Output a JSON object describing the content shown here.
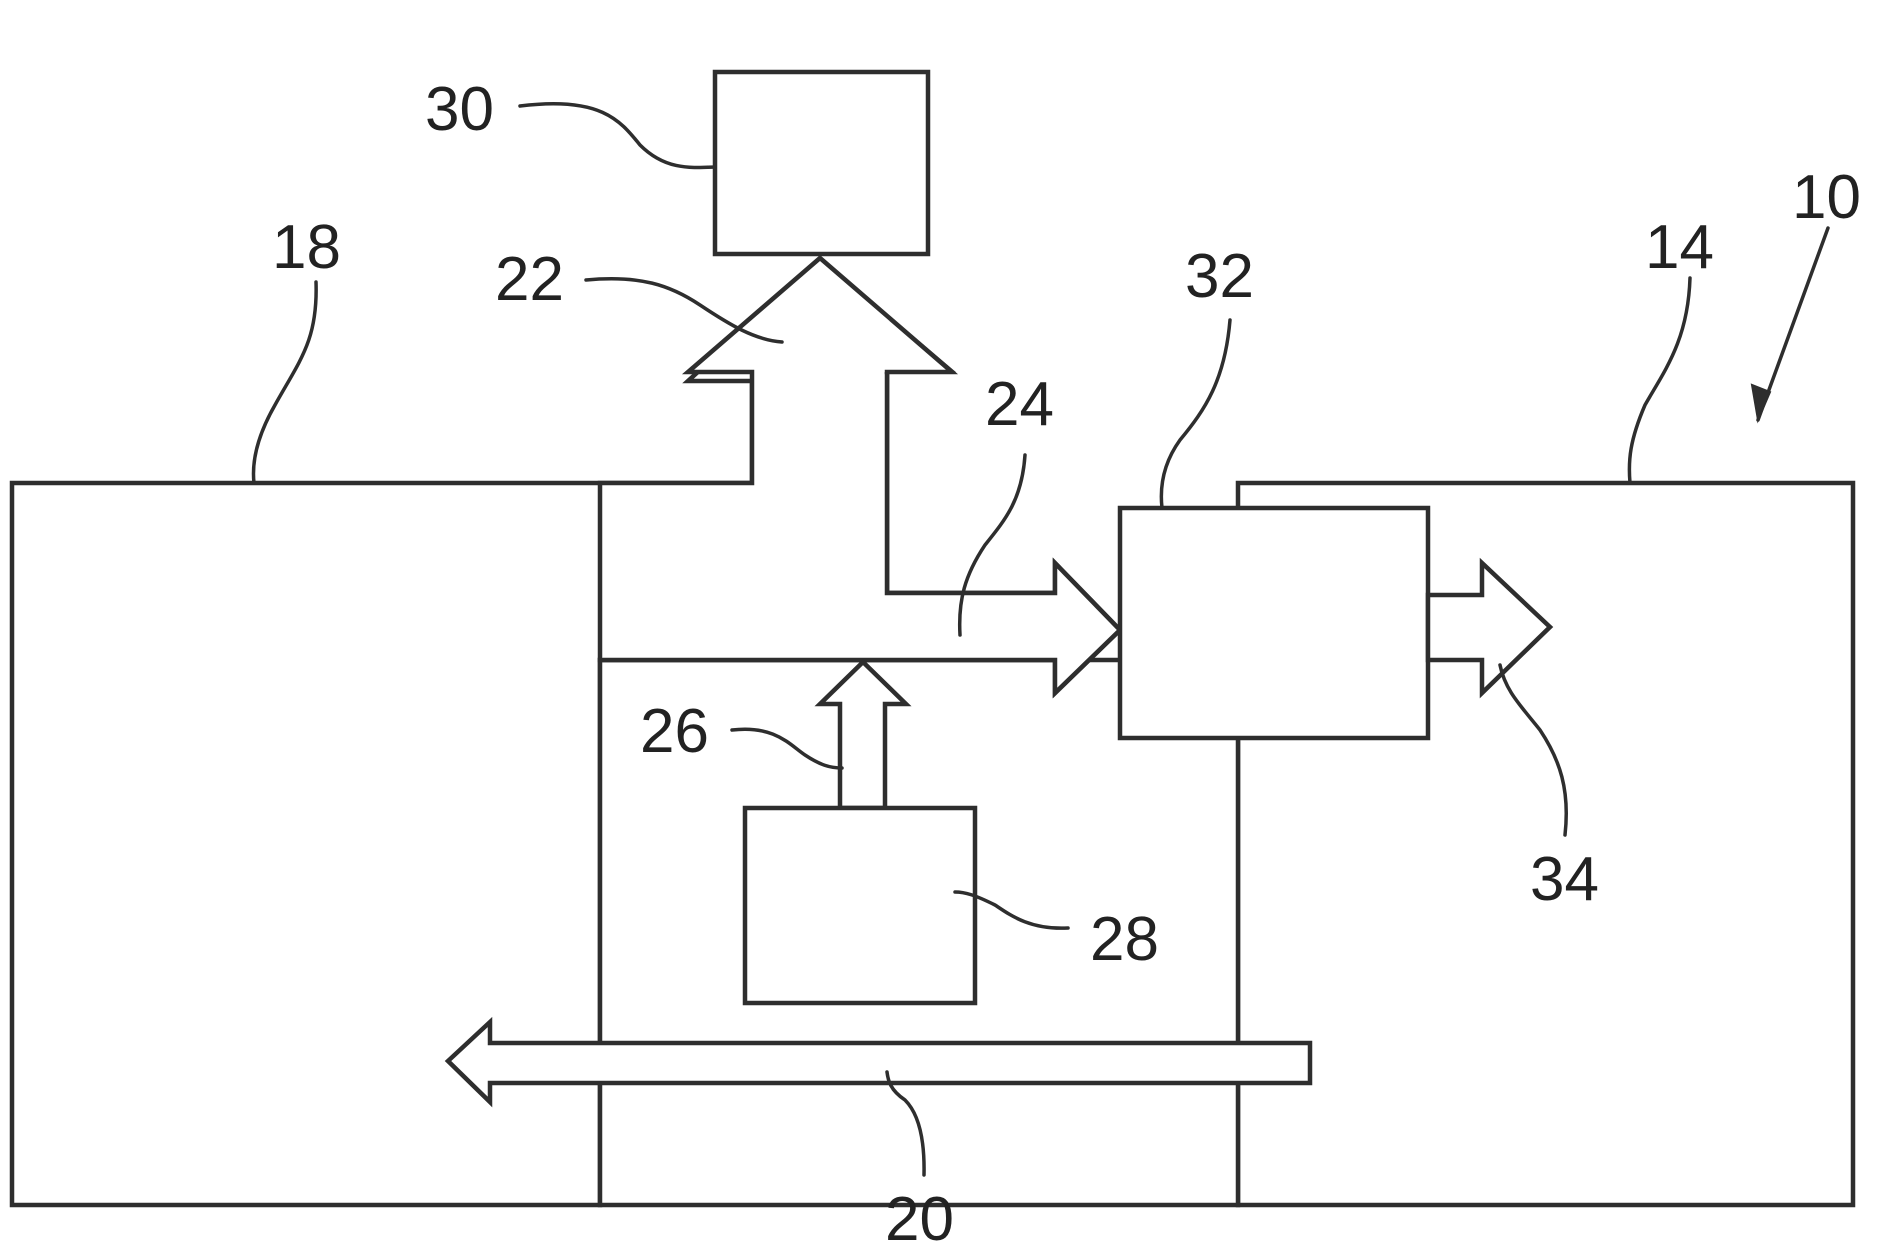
{
  "figure": {
    "reference_labels": {
      "system": "10",
      "unit_right": "14",
      "unit_left": "18",
      "arrow_bottom": "20",
      "arrow_up": "22",
      "arrow_right": "24",
      "arrow_small": "26",
      "box_source": "28",
      "box_top": "30",
      "box_middle": "32",
      "arrow_out": "34"
    }
  }
}
